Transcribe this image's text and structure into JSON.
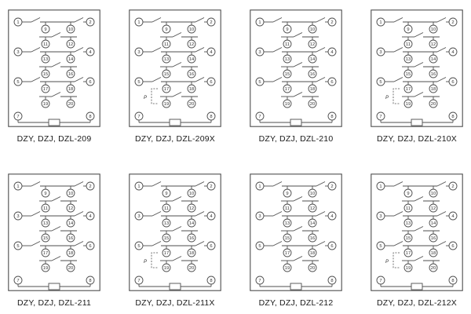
{
  "colors": {
    "line": "#4d4d4d",
    "text": "#333333",
    "background": "#ffffff"
  },
  "p_label": "P",
  "terminal_rows": [
    {
      "type": "full",
      "left": "1",
      "inner_left": "9",
      "inner_right": "10",
      "right": "2"
    },
    {
      "type": "inner",
      "inner_left": "11",
      "inner_right": "12"
    },
    {
      "type": "full",
      "left": "3",
      "inner_left": "13",
      "inner_right": "14",
      "right": "4"
    },
    {
      "type": "inner",
      "inner_left": "15",
      "inner_right": "16"
    },
    {
      "type": "full",
      "left": "5",
      "inner_left": "17",
      "inner_right": "18",
      "right": "6"
    },
    {
      "type": "inner",
      "inner_left": "19",
      "inner_right": "20"
    },
    {
      "type": "coil",
      "left": "7",
      "right": "8"
    }
  ],
  "panels": [
    {
      "label": "DZY, DZJ, DZL-209",
      "p_marker": false
    },
    {
      "label": "DZY, DZJ, DZL-209X",
      "p_marker": true
    },
    {
      "label": "DZY, DZJ, DZL-210",
      "p_marker": false
    },
    {
      "label": "DZY, DZJ, DZL-210X",
      "p_marker": true
    },
    {
      "label": "DZY, DZJ, DZL-211",
      "p_marker": false
    },
    {
      "label": "DZY, DZJ, DZL-211X",
      "p_marker": true
    },
    {
      "label": "DZY, DZJ, DZL-212",
      "p_marker": false
    },
    {
      "label": "DZY, DZJ, DZL-212X",
      "p_marker": true
    }
  ]
}
